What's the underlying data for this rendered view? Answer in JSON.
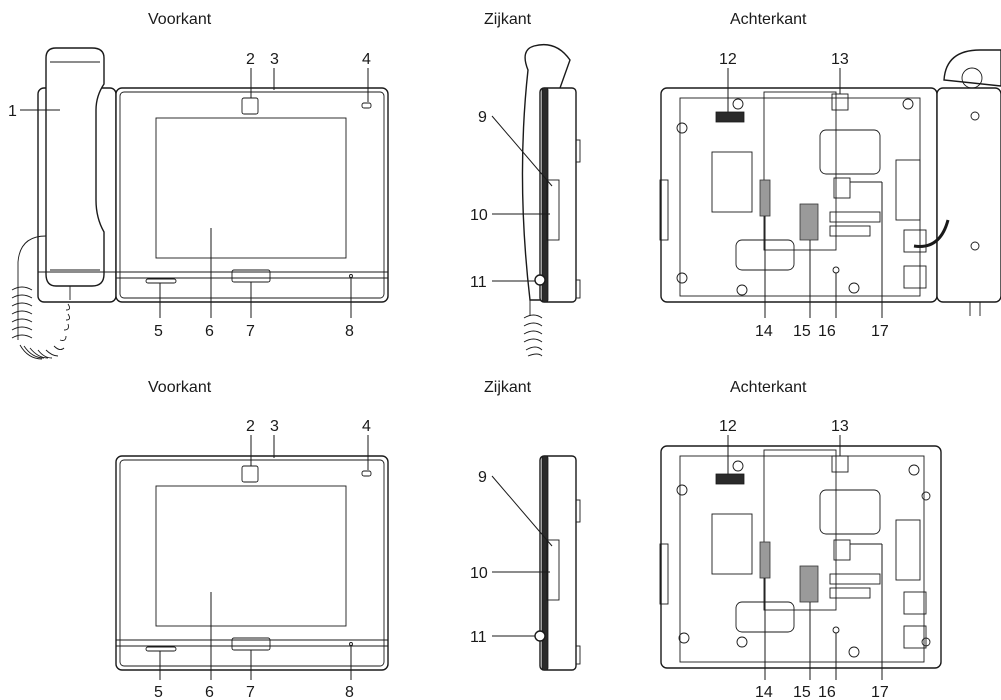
{
  "headings": {
    "front": "Voorkant",
    "side": "Zijkant",
    "back": "Achterkant"
  },
  "callouts": {
    "n1": "1",
    "n2": "2",
    "n3": "3",
    "n4": "4",
    "n5": "5",
    "n6": "6",
    "n7": "7",
    "n8": "8",
    "n9": "9",
    "n10": "10",
    "n11": "11",
    "n12": "12",
    "n13": "13",
    "n14": "14",
    "n15": "15",
    "n16": "16",
    "n17": "17"
  },
  "colors": {
    "line": "#1a1a1a",
    "dark_part": "#2a2a2a",
    "grey_part": "#9a9a9a",
    "background": "#ffffff"
  }
}
